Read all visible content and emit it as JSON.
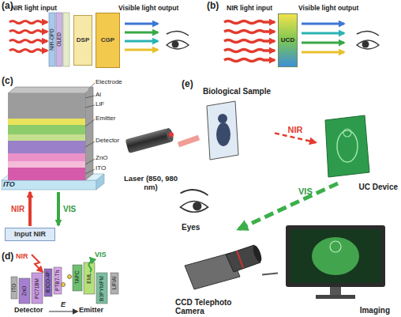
{
  "diagram": {
    "nodes": [
      {
        "text": [
          "DSP"
        ]
      },
      {
        "text": [
          "CGP"
        ]
      },
      {
        "text": [
          "UCD"
        ]
      },
      {
        "text": [
          "Input NIR"
        ]
      },
      {
        "text": [
          "Biological Sample"
        ]
      },
      {
        "text": [
          "Laser (850, 980 nm)"
        ]
      },
      {
        "text": [
          "UC Device"
        ]
      },
      {
        "text": [
          "CCD Telephoto Camera"
        ]
      },
      {
        "text": [
          "Imaging"
        ]
      }
    ],
    "edges": [
      {
        "from": 5,
        "to": 4,
        "arrow": "none"
      },
      {
        "from": 4,
        "to": 6,
        "label": "NIR",
        "arrow": "to"
      },
      {
        "from": 7,
        "to": 8,
        "arrow": "none"
      }
    ],
    "labels": [
      "(a)",
      "NIR light input",
      "NIR-OPD",
      "OLED",
      "Visible light output",
      "(b)",
      "NIR light input",
      "Visible light output",
      "(c)",
      "Electrode",
      "Al",
      "LiF",
      "Emitter",
      "Detector",
      "ZnO",
      "ITO",
      "ITO",
      "NIR",
      "VIS",
      "(d)",
      "NIR",
      "VIS",
      "ITO",
      "ZnO",
      "PC71BM",
      "IEICO-4F",
      "PTB7-Th",
      "TAPC",
      "EML",
      "B3PYMPM",
      "LiF/Al",
      "Detector",
      "Emitter",
      "E",
      "(e)",
      "VIS",
      "Eyes"
    ]
  }
}
